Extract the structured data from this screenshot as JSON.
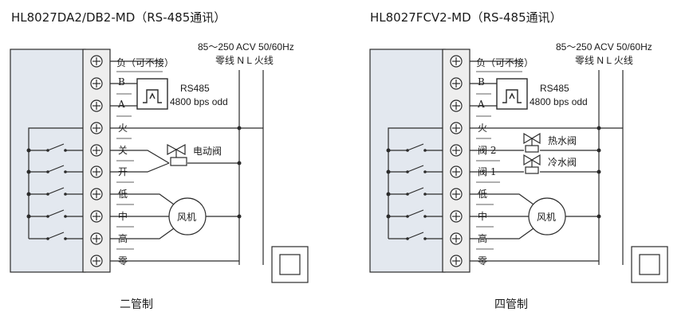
{
  "panels": [
    {
      "title": "HL8027DA2/DB2-MD（RS-485通讯）",
      "supply_line1": "85～250 ACV   50/60Hz",
      "supply_line2": "零线 N   L 火线",
      "terminals": [
        "负（可不接）",
        "B",
        "A",
        "火",
        "关",
        "开",
        "低",
        "中",
        "高",
        "零"
      ],
      "rs485_label": "RS485",
      "rs485_speed": "4800 bps odd",
      "valve_labels": [
        "电动阀"
      ],
      "fan_label": "风机",
      "caption": "二管制"
    },
    {
      "title": "HL8027FCV2-MD（RS-485通讯）",
      "supply_line1": "85～250 ACV   50/60Hz",
      "supply_line2": "零线 N   L 火线",
      "terminals": [
        "负（可不接）",
        "B",
        "A",
        "火",
        "阀 2",
        "阀 1",
        "低",
        "中",
        "高",
        "零"
      ],
      "rs485_label": "RS485",
      "rs485_speed": "4800 bps odd",
      "valve_labels": [
        "热水阀",
        "冷水阀"
      ],
      "fan_label": "风机",
      "caption": "四管制"
    }
  ]
}
